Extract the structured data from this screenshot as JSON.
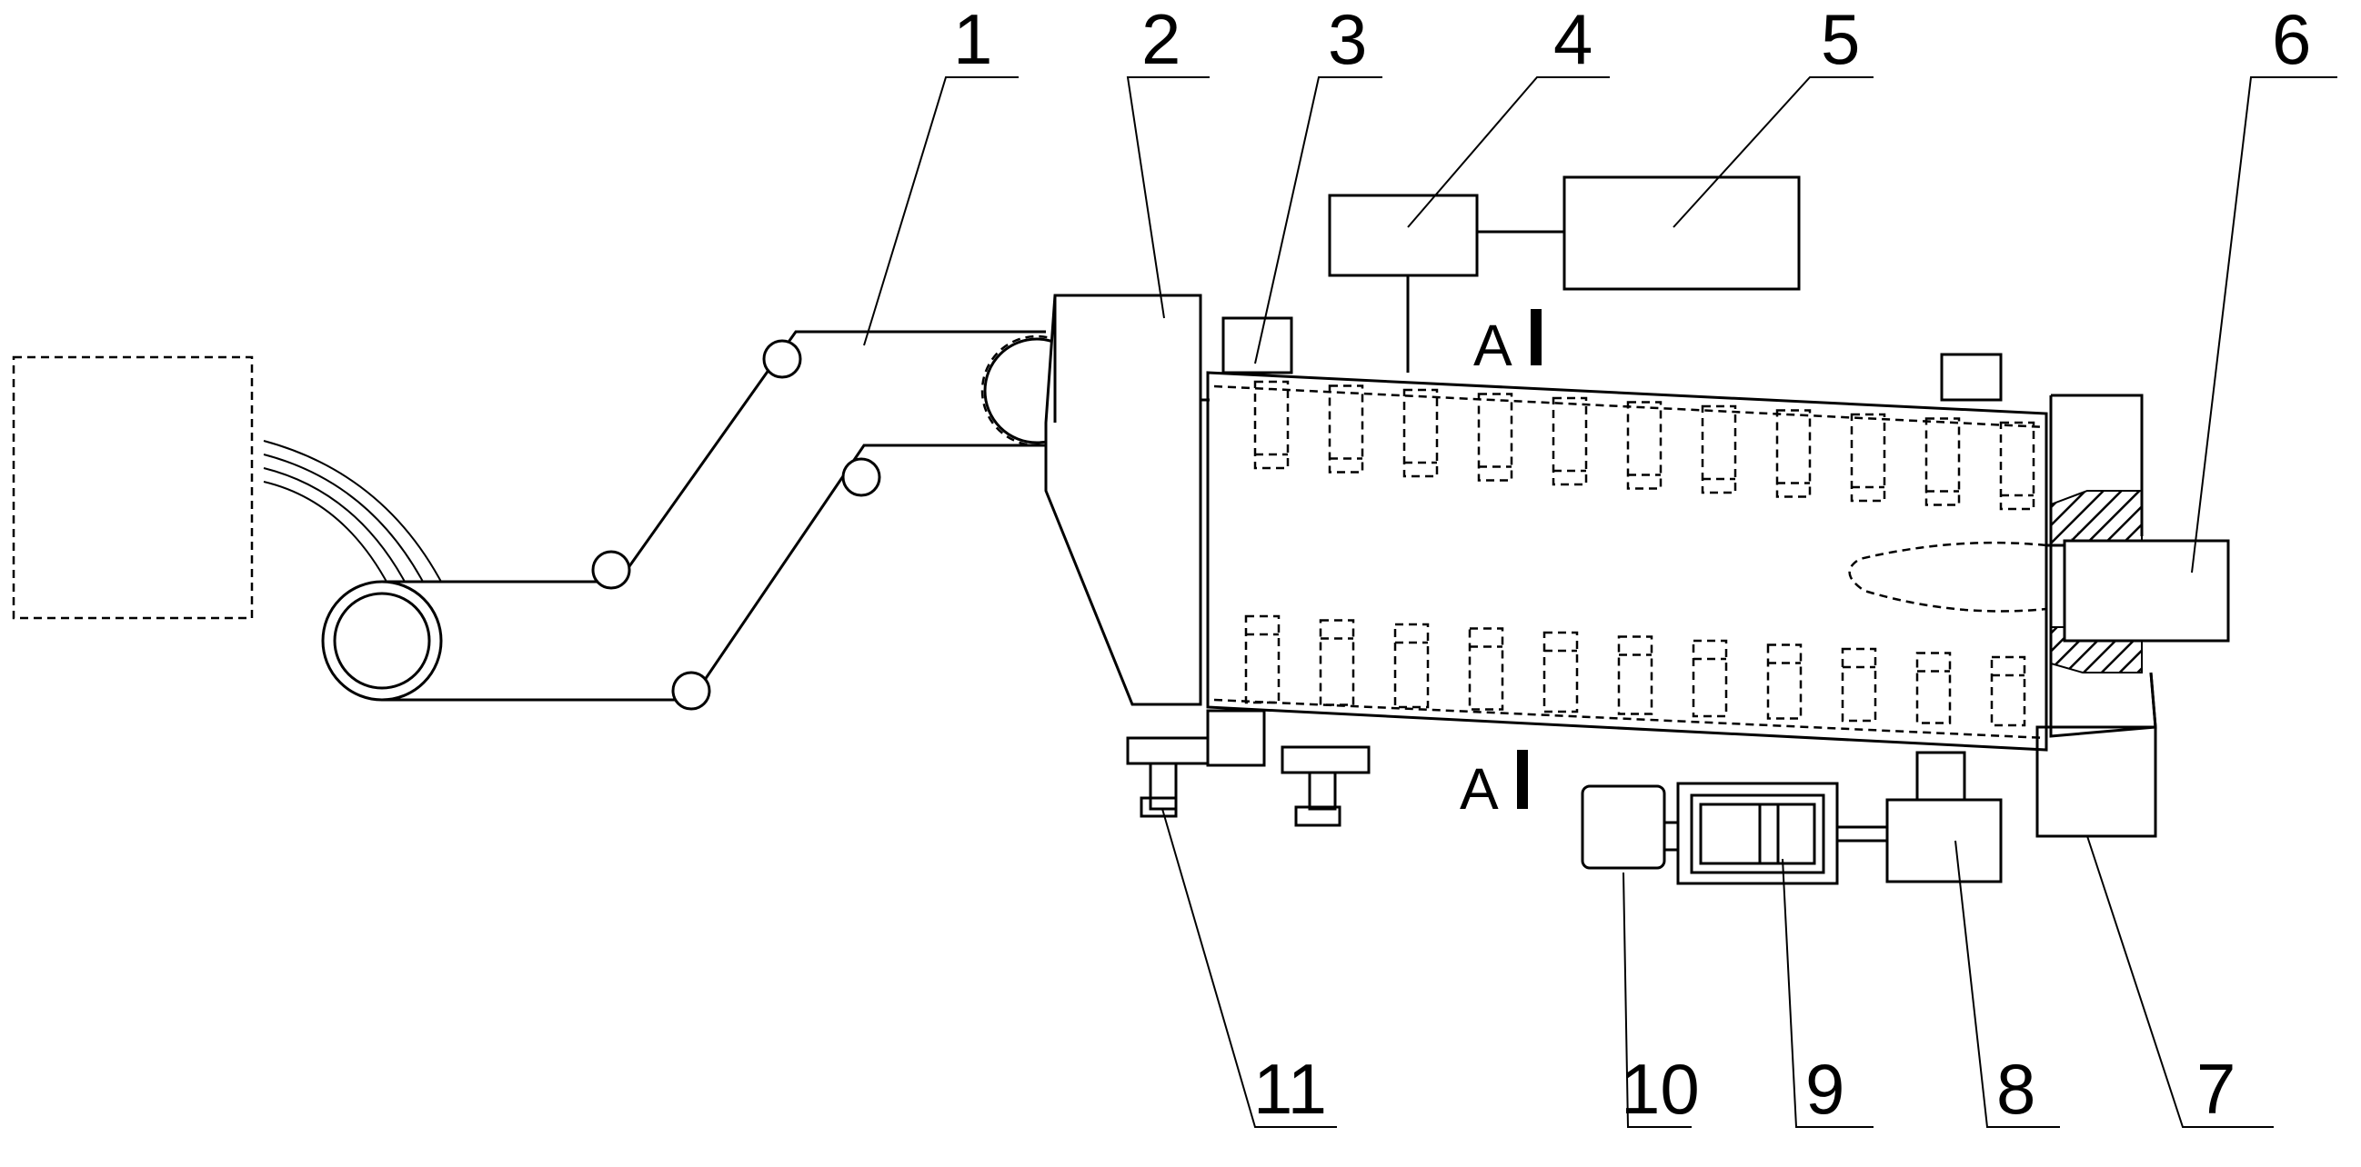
{
  "labels": {
    "l1": "1",
    "l2": "2",
    "l3": "3",
    "l4": "4",
    "l5": "5",
    "l6": "6",
    "l7": "7",
    "l8": "8",
    "l9": "9",
    "l10": "10",
    "l11": "11"
  },
  "section_mark": "A"
}
